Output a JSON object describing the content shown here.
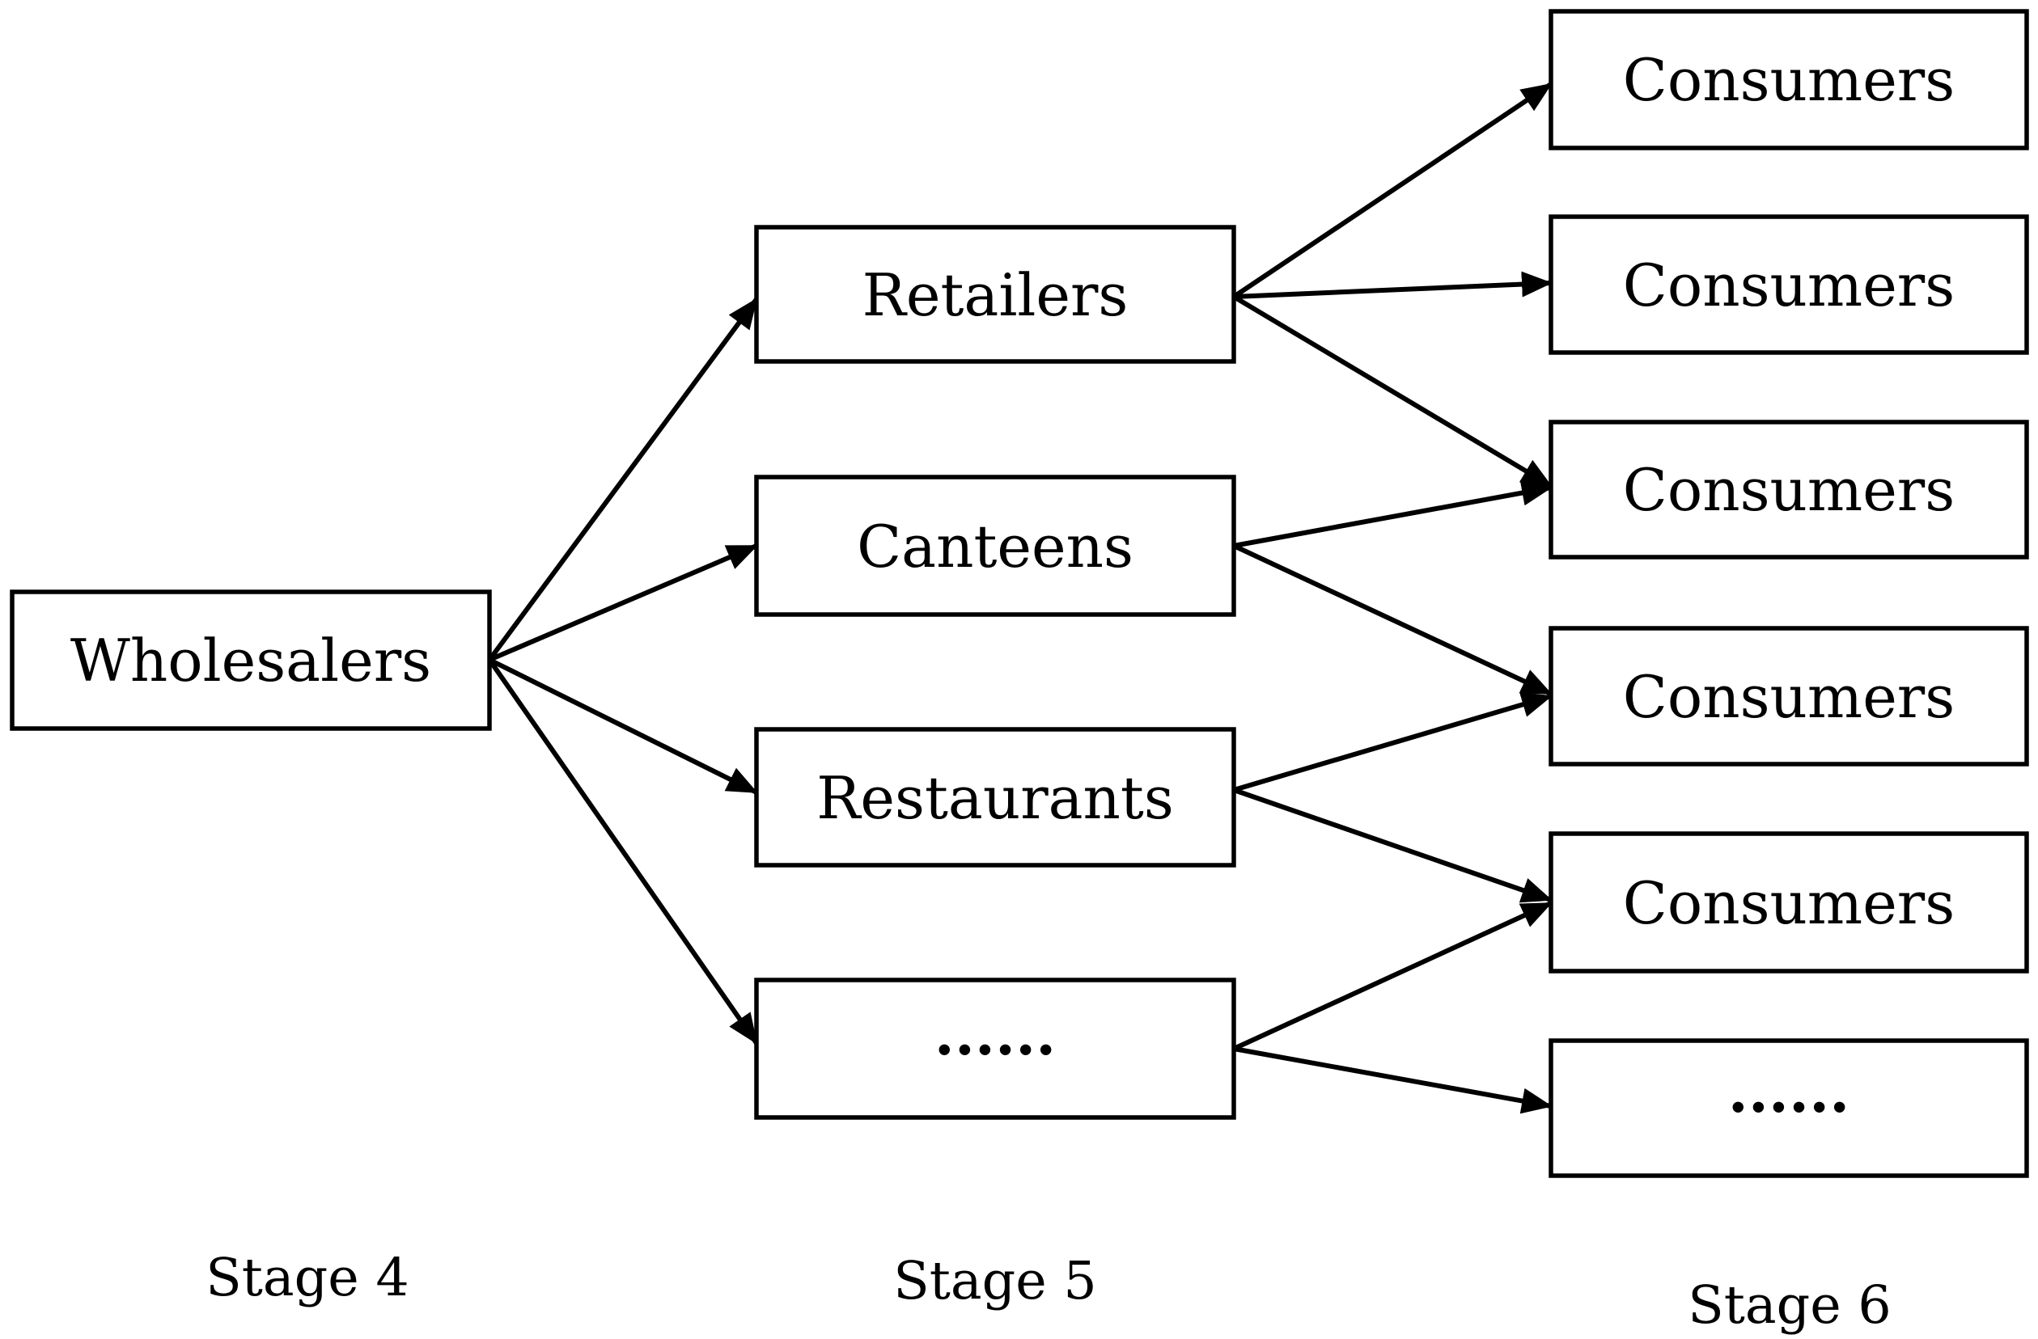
{
  "nodes": {
    "wholesalers": {
      "label": "Wholesalers"
    },
    "retailers": {
      "label": "Retailers"
    },
    "canteens": {
      "label": "Canteens"
    },
    "restaurants": {
      "label": "Restaurants"
    },
    "others_stage5": {
      "label": "......"
    },
    "consumers_1": {
      "label": "Consumers"
    },
    "consumers_2": {
      "label": "Consumers"
    },
    "consumers_3": {
      "label": "Consumers"
    },
    "consumers_4": {
      "label": "Consumers"
    },
    "consumers_5": {
      "label": "Consumers"
    },
    "others_stage6": {
      "label": "......"
    }
  },
  "stage_labels": {
    "stage4": "Stage 4",
    "stage5": "Stage 5",
    "stage6": "Stage 6"
  },
  "edges": [
    {
      "from": "wholesalers",
      "to": "retailers"
    },
    {
      "from": "wholesalers",
      "to": "canteens"
    },
    {
      "from": "wholesalers",
      "to": "restaurants"
    },
    {
      "from": "wholesalers",
      "to": "others_stage5"
    },
    {
      "from": "retailers",
      "to": "consumers_1"
    },
    {
      "from": "retailers",
      "to": "consumers_2"
    },
    {
      "from": "retailers",
      "to": "consumers_3"
    },
    {
      "from": "canteens",
      "to": "consumers_3"
    },
    {
      "from": "canteens",
      "to": "consumers_4"
    },
    {
      "from": "restaurants",
      "to": "consumers_4"
    },
    {
      "from": "restaurants",
      "to": "consumers_5"
    },
    {
      "from": "others_stage5",
      "to": "consumers_5"
    },
    {
      "from": "others_stage5",
      "to": "others_stage6"
    }
  ],
  "colors": {
    "ink": "#000000",
    "background": "#ffffff"
  }
}
